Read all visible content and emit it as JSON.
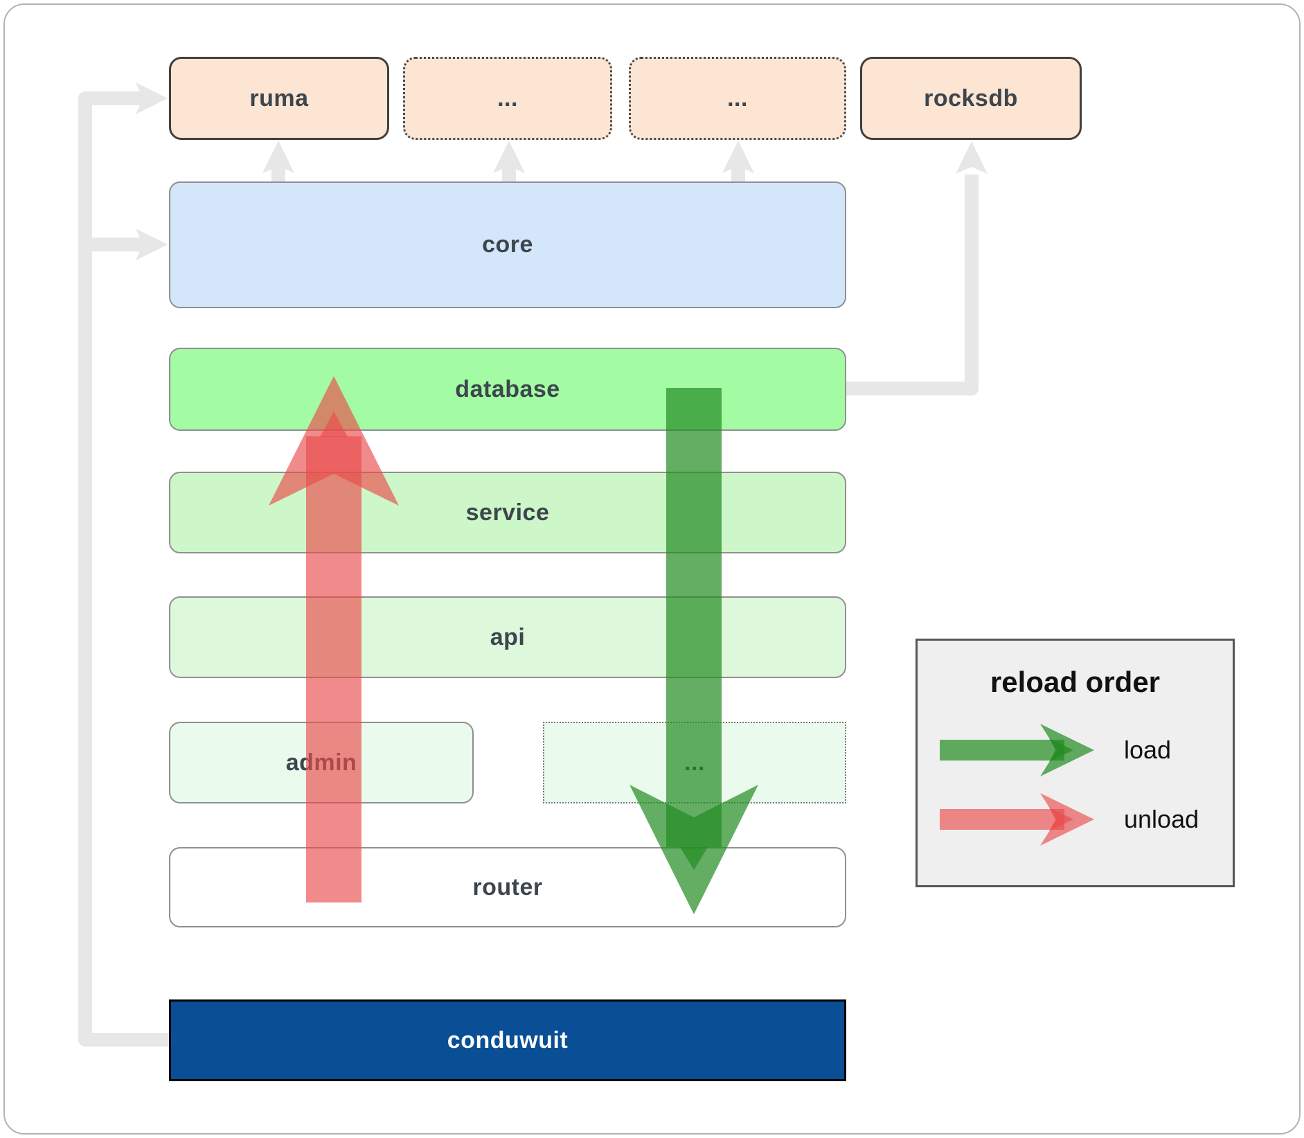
{
  "nodes": {
    "ruma": {
      "label": "ruma"
    },
    "module_dots_1": {
      "label": "..."
    },
    "module_dots_2": {
      "label": "..."
    },
    "rocksdb": {
      "label": "rocksdb"
    },
    "core": {
      "label": "core"
    },
    "database": {
      "label": "database"
    },
    "service": {
      "label": "service"
    },
    "api": {
      "label": "api"
    },
    "admin": {
      "label": "admin"
    },
    "admin_dots": {
      "label": "..."
    },
    "router": {
      "label": "router"
    },
    "conduwuit": {
      "label": "conduwuit"
    }
  },
  "legend": {
    "title": "reload order",
    "items": [
      {
        "id": "load",
        "label": "load",
        "color": "#2e8b2e"
      },
      {
        "id": "unload",
        "label": "unload",
        "color": "#ea4c4c"
      }
    ]
  },
  "colors": {
    "module_fill": "#fce5d3",
    "module_border": "#3f3f3f",
    "core_fill": "#d3e6fa",
    "database_fill": "#a3fba3",
    "service_fill": "#cdf6c9",
    "api_fill": "#def8db",
    "admin_fill": "#eafaec",
    "router_fill": "#ffffff",
    "conduwuit_fill": "#0a4e96",
    "layer_border": "#909090",
    "label_color": "#3d454d",
    "connector": "#e7e7e7",
    "load_arrow": "rgba(34,139,34,0.7)",
    "unload_arrow": "rgba(234,76,76,0.65)",
    "legend_bg": "#efefef"
  }
}
